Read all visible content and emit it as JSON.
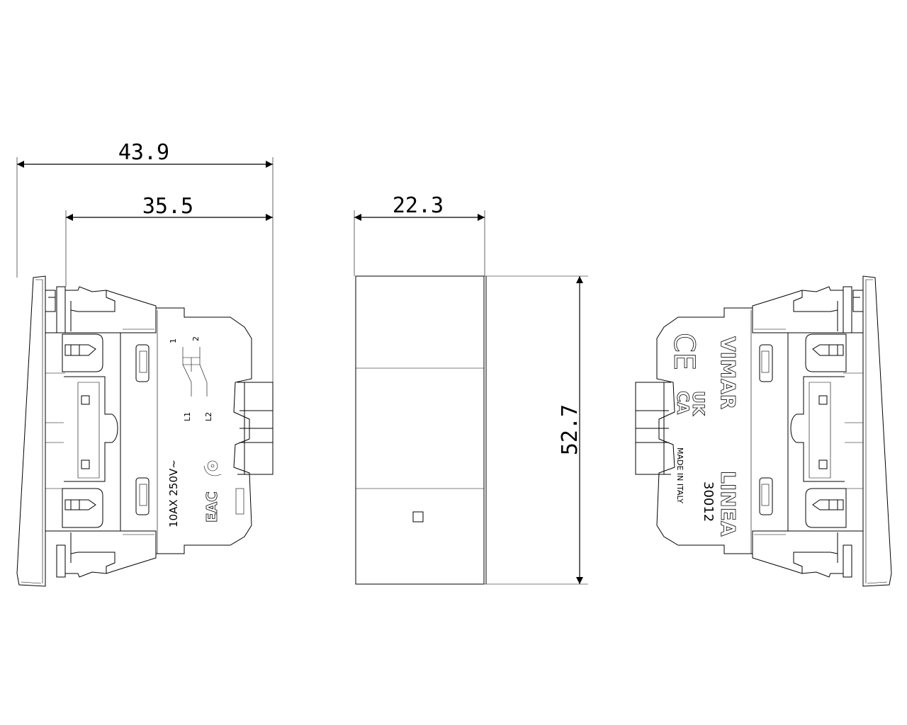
{
  "dimensions": {
    "overall_depth": "43.9",
    "body_depth": "35.5",
    "front_width": "22.3",
    "height": "52.7"
  },
  "left_view_markings": {
    "rating": "10AX 250V~",
    "terminal_1": "1",
    "terminal_2": "2",
    "line_1": "L1",
    "line_2": "L2",
    "eac_mark": "EAC"
  },
  "right_view_markings": {
    "brand": "VIMAR",
    "series": "LINEA",
    "code": "30012",
    "origin": "MADE IN ITALY",
    "ukca_top": "UK",
    "ukca_bottom": "CA",
    "ce_mark": "CE"
  }
}
